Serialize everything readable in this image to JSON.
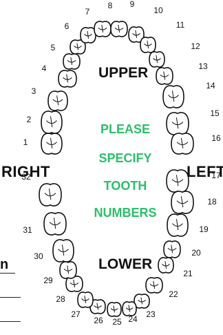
{
  "labels": {
    "right": "RIGHT",
    "left": "LEFT",
    "upper": "UPPER",
    "lower": "LOWER",
    "partial_word": "n"
  },
  "message": {
    "line1": "PLEASE",
    "line2": "SPECIFY",
    "line3": "TOOTH",
    "line4": "NUMBERS",
    "color": "#2bbf6a"
  },
  "teeth": [
    {
      "n": "1",
      "arch": "upper"
    },
    {
      "n": "2",
      "arch": "upper"
    },
    {
      "n": "3",
      "arch": "upper"
    },
    {
      "n": "4",
      "arch": "upper"
    },
    {
      "n": "5",
      "arch": "upper"
    },
    {
      "n": "6",
      "arch": "upper"
    },
    {
      "n": "7",
      "arch": "upper"
    },
    {
      "n": "8",
      "arch": "upper"
    },
    {
      "n": "9",
      "arch": "upper"
    },
    {
      "n": "10",
      "arch": "upper"
    },
    {
      "n": "11",
      "arch": "upper"
    },
    {
      "n": "12",
      "arch": "upper"
    },
    {
      "n": "13",
      "arch": "upper"
    },
    {
      "n": "14",
      "arch": "upper"
    },
    {
      "n": "15",
      "arch": "upper"
    },
    {
      "n": "16",
      "arch": "upper"
    },
    {
      "n": "17",
      "arch": "lower"
    },
    {
      "n": "18",
      "arch": "lower"
    },
    {
      "n": "19",
      "arch": "lower"
    },
    {
      "n": "20",
      "arch": "lower"
    },
    {
      "n": "21",
      "arch": "lower"
    },
    {
      "n": "22",
      "arch": "lower"
    },
    {
      "n": "23",
      "arch": "lower"
    },
    {
      "n": "24",
      "arch": "lower"
    },
    {
      "n": "25",
      "arch": "lower"
    },
    {
      "n": "26",
      "arch": "lower"
    },
    {
      "n": "27",
      "arch": "lower"
    },
    {
      "n": "28",
      "arch": "lower"
    },
    {
      "n": "29",
      "arch": "lower"
    },
    {
      "n": "30",
      "arch": "lower"
    },
    {
      "n": "31",
      "arch": "lower"
    },
    {
      "n": "32",
      "arch": "lower"
    }
  ]
}
